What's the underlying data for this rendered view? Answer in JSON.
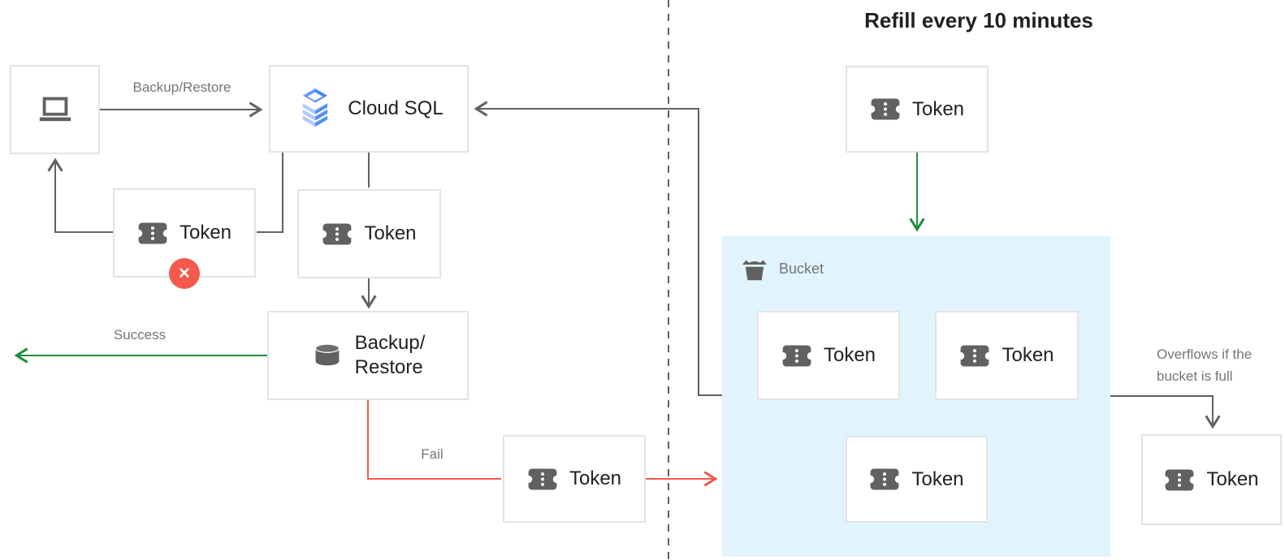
{
  "diagram_title": "Refill every 10 minutes",
  "labels": {
    "backup_restore_edge": "Backup/Restore",
    "success": "Success",
    "fail": "Fail",
    "overflow_line1": "Overflows if the",
    "overflow_line2": "bucket is full"
  },
  "nodes": {
    "client": {
      "icon": "laptop-icon"
    },
    "cloud_sql": {
      "label": "Cloud SQL",
      "icon": "cloud-sql-icon"
    },
    "token_rejected": {
      "label": "Token",
      "icon": "token-icon",
      "badge": "error-x",
      "badge_glyph": "✕"
    },
    "token_request": {
      "label": "Token",
      "icon": "token-icon"
    },
    "backup_restore": {
      "label_line1": "Backup/",
      "label_line2": "Restore",
      "icon": "database-icon"
    },
    "token_consumed": {
      "label": "Token",
      "icon": "token-icon"
    },
    "token_refill": {
      "label": "Token",
      "icon": "token-icon"
    },
    "bucket": {
      "label": "Bucket",
      "icon": "bucket-icon",
      "tokens": [
        "Token",
        "Token",
        "Token"
      ]
    },
    "token_overflow": {
      "label": "Token",
      "icon": "token-icon"
    }
  },
  "colors": {
    "success_green": "#1E8E3E",
    "fail_red": "#F4594B",
    "bucket_fill": "#E1F4FD",
    "box_border": "#E3E3E3",
    "icon_gray": "#616161",
    "label_gray": "#757575",
    "text_dark": "#202124",
    "cloud_sql_blues": [
      "#AECBFA",
      "#669DF6",
      "#4285F4"
    ]
  }
}
